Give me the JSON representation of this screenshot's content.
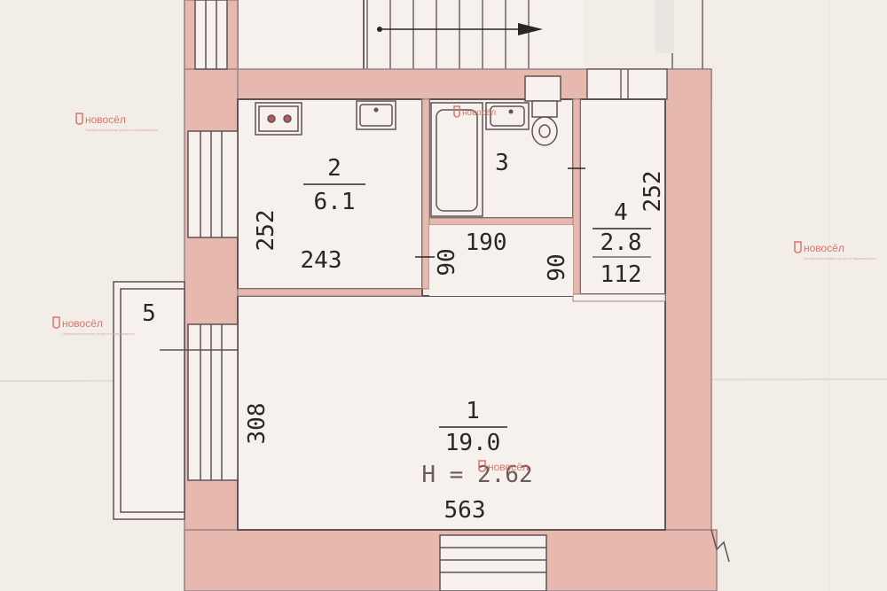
{
  "rooms": [
    {
      "number": "1",
      "area": "19.0"
    },
    {
      "number": "2",
      "area": "6.1"
    },
    {
      "number": "3"
    },
    {
      "number": "4",
      "area": "2.8"
    },
    {
      "number": "5"
    }
  ],
  "dimensions": {
    "kitchen_height": "252",
    "kitchen_width": "243",
    "corridor_width": "190",
    "corridor_depth_left": "90",
    "corridor_depth_right": "90",
    "closet_height": "252",
    "closet_width": "112",
    "main_height": "308",
    "main_width": "563"
  },
  "ceiling_height": "H = 2.62",
  "watermark": {
    "brand": "новосёл",
    "tagline": "Профессиональные услуги в недвижимости"
  },
  "colors": {
    "wall": "#e6b8ae",
    "wall_edge": "#9c8287",
    "paper": "#f3ede8",
    "text": "#2b2629",
    "watermark": "#d9756c"
  }
}
